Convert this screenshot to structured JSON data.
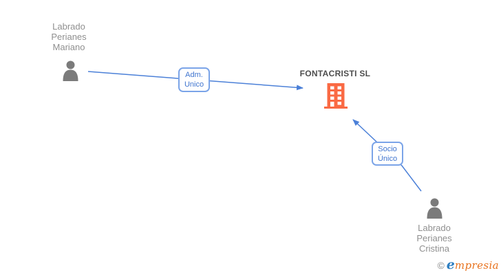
{
  "colors": {
    "line_blue": "#4b80d8",
    "box_border": "#7ba4e8",
    "box_text": "#3f74cf",
    "name_gray": "#8f8f8f",
    "company_text": "#4d4d4d",
    "person_gray": "#7b7b7b",
    "building_orange": "#fa6a44",
    "logo_copyright": "#8e8e8e",
    "logo_e": "#2f7fc1",
    "logo_rest": "#e8731f"
  },
  "nodes": {
    "person_mariano": {
      "name": "Labrado\nPerianes\nMariano"
    },
    "company": {
      "name": "FONTACRISTI SL"
    },
    "person_cristina": {
      "name": "Labrado\nPerianes\nCristina"
    }
  },
  "edges": {
    "adm_unico": {
      "label": "Adm.\nUnico"
    },
    "socio_unico": {
      "label": "Socio\nÚnico"
    }
  },
  "watermark": {
    "copyright": "©",
    "brand_e": "e",
    "brand_rest": "mpresia"
  }
}
